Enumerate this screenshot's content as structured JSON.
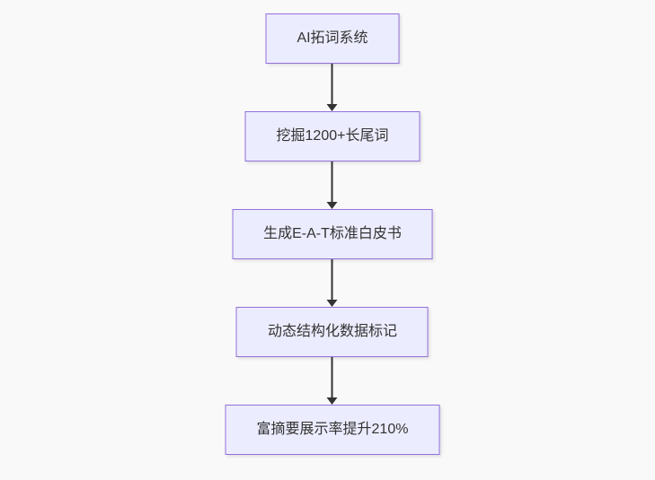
{
  "diagram": {
    "type": "flowchart",
    "direction": "top-down",
    "nodes": [
      {
        "id": "A",
        "label": "AI拓词系统"
      },
      {
        "id": "B",
        "label": "挖掘1200+长尾词"
      },
      {
        "id": "C",
        "label": "生成E-A-T标准白皮书"
      },
      {
        "id": "D",
        "label": "动态结构化数据标记"
      },
      {
        "id": "E",
        "label": "富摘要展示率提升210%"
      }
    ],
    "edges": [
      {
        "from": "A",
        "to": "B"
      },
      {
        "from": "B",
        "to": "C"
      },
      {
        "from": "C",
        "to": "D"
      },
      {
        "from": "D",
        "to": "E"
      }
    ],
    "colors": {
      "background": "#f9f9f9",
      "node_fill": "#ECECFF",
      "node_border": "#9370DB",
      "text": "#333333",
      "arrow": "#333333"
    }
  }
}
